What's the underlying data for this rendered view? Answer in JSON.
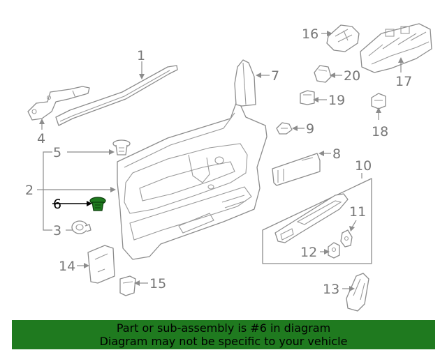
{
  "callouts": {
    "c1": "1",
    "c2": "2",
    "c3": "3",
    "c4": "4",
    "c5": "5",
    "c6": "6",
    "c7": "7",
    "c8": "8",
    "c9": "9",
    "c10": "10",
    "c11": "11",
    "c12": "12",
    "c13": "13",
    "c14": "14",
    "c15": "15",
    "c16": "16",
    "c17": "17",
    "c18": "18",
    "c19": "19",
    "c20": "20"
  },
  "highlighted_part": "6",
  "colors": {
    "highlight": "#1f7a1f",
    "line": "#8c8c8c",
    "label": "#777777"
  },
  "banner": {
    "line1": "Part or sub-assembly is #6 in diagram",
    "line2": "Diagram may not be specific to your vehicle"
  }
}
